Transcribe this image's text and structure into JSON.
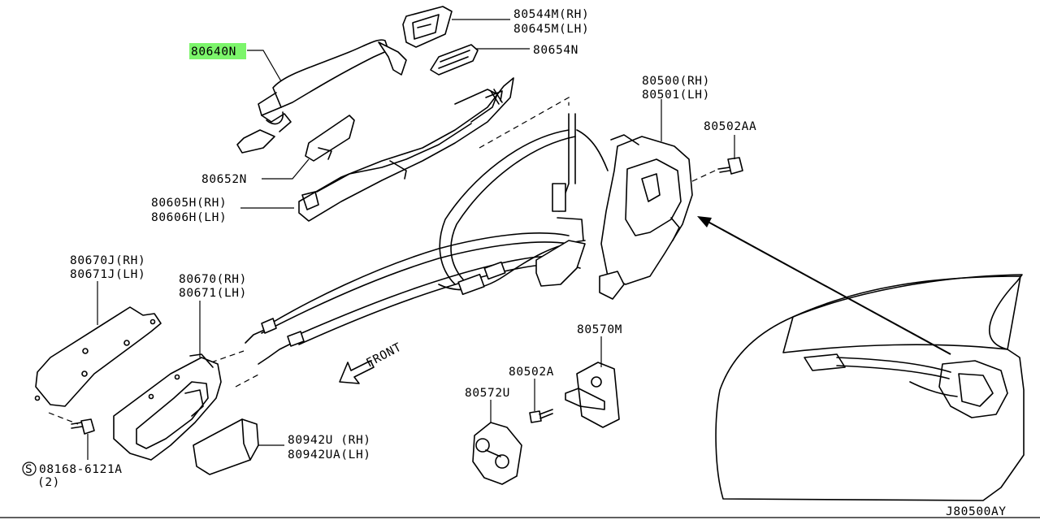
{
  "diagram_id": "J80500AY",
  "highlight_color": "#7CF56B",
  "direction_label": "FRONT",
  "labels": {
    "p80544": "80544M(RH)",
    "p80645": "80645M(LH)",
    "p80640": "80640N",
    "p80654": "80654N",
    "p80500": "80500(RH)",
    "p80501": "80501(LH)",
    "p80502aa": "80502AA",
    "p80652": "80652N",
    "p80605": "80605H(RH)",
    "p80606": "80606H(LH)",
    "p80670j": "80670J(RH)",
    "p80671j": "80671J(LH)",
    "p80670": "80670(RH)",
    "p80671": "80671(LH)",
    "p80570": "80570M",
    "p80502a": "80502A",
    "p80572": "80572U",
    "p80942u": "80942U (RH)",
    "p80942ua": "80942UA(LH)",
    "p08168": "08168-6121A",
    "p08168_qty": "(2)"
  }
}
